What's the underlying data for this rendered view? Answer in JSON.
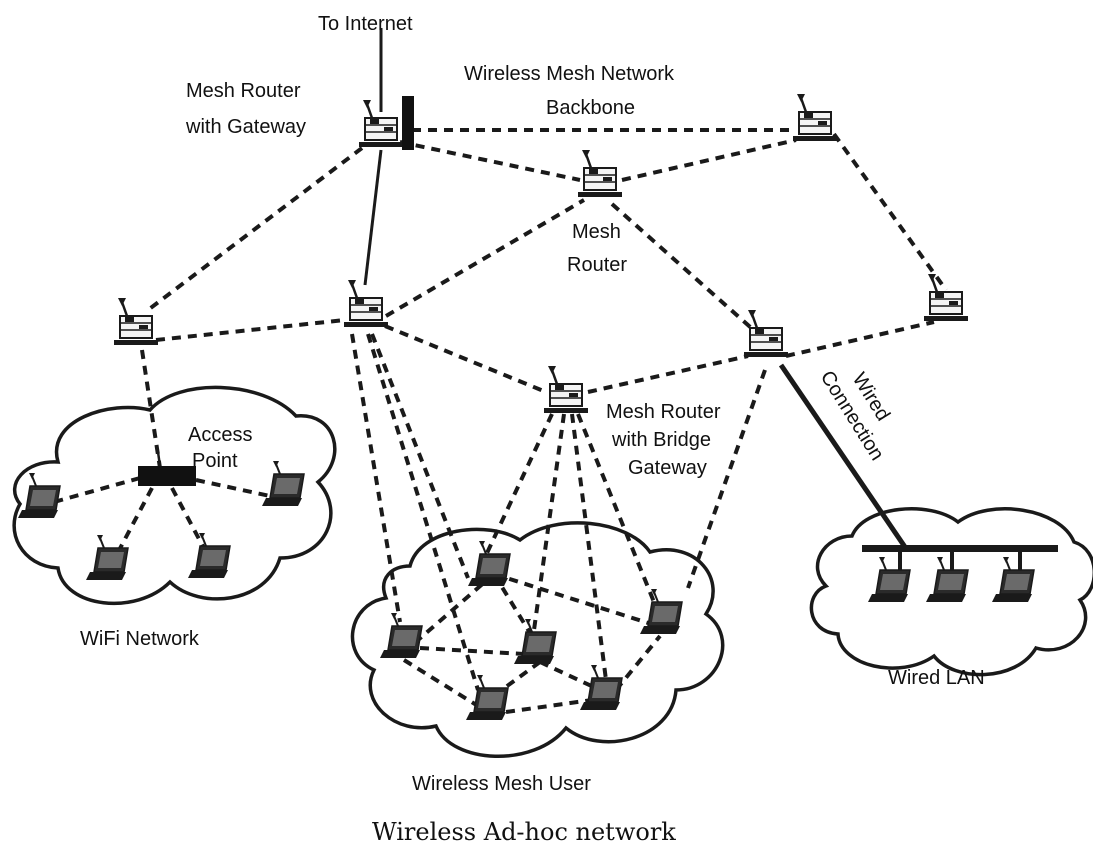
{
  "labels": {
    "internet": "To Internet",
    "gateway_line1": "Mesh Router",
    "gateway_line2": "with Gateway",
    "backbone_line1": "Wireless Mesh Network",
    "backbone_line2": "Backbone",
    "mesh_router_line1": "Mesh",
    "mesh_router_line2": "Router",
    "access_point_line1": "Access",
    "access_point_line2": "Point",
    "bridge_line1": "Mesh Router",
    "bridge_line2": "with Bridge",
    "bridge_line3": "Gateway",
    "wired_connection_line1": "Wired",
    "wired_connection_line2": "Connection",
    "wifi_network": "WiFi Network",
    "wireless_mesh_user": "Wireless Mesh User",
    "wired_lan": "Wired LAN"
  },
  "caption": "Wireless Ad-hoc network",
  "icons": {
    "router": "mesh-router-icon",
    "laptop": "laptop-icon",
    "access_point": "access-point-icon",
    "antenna": "antenna-icon"
  },
  "colors": {
    "ink": "#1a1a1a",
    "background": "#ffffff"
  }
}
